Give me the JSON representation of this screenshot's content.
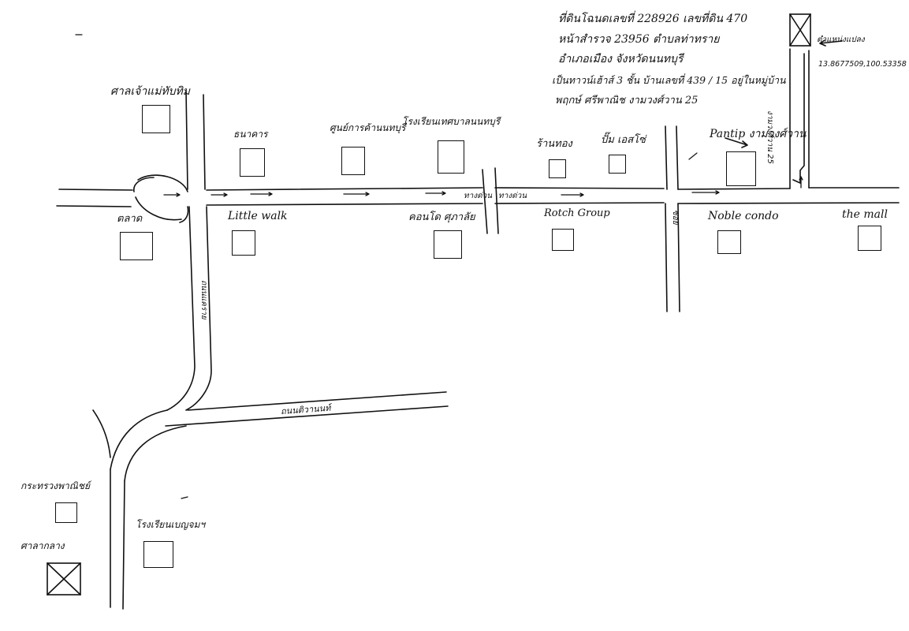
{
  "note": {
    "line1": "ที่ดินโฉนดเลขที่ 228926 เลขที่ดิน 470",
    "line2": "หน้าสำรวจ 23956 ตำบลท่าทราย",
    "line3": "อำเภอเมือง จังหวัดนนทบุรี",
    "line4": "เป็นทาวน์เฮ้าส์ 3 ชั้น บ้านเลขที่ 439 / 15 อยู่ในหมู่บ้าน",
    "line5": "พฤกษ์ ศรีพาณิช งามวงศ์วาน 25"
  },
  "target": {
    "label": "ตำแหน่งแปลง",
    "coords": "13.8677509,100.53358"
  },
  "roads": {
    "soi_vertical": "งามวงศ์วาน 25",
    "canal_left": "ทางด่วน",
    "canal_right": "ทางด่วน",
    "right_soi": "ซอย",
    "left_road": "ถนนแคราย",
    "bottom_road": "ถนนติวานนท์",
    "left_vertical_road": "ถนนแคราย"
  },
  "landmarks": {
    "top_left": "ศาลเจ้าแม่ทับทิม",
    "bank": "ธนาคาร",
    "hospital": "ศูนย์การค้านนทบุรี",
    "school": "โรงเรียนเทศบาลนนทบุรี",
    "shop1": "ร้านทอง",
    "shop2": "ปั๊ม เอสโซ่",
    "pantip": "Pantip งามวงศ์วาน",
    "market": "ตลาด",
    "little_walk": "Little walk",
    "condo_left": "คอนโด ศุภาลัย",
    "rotch": "Rotch Group",
    "noble": "Noble condo",
    "mall": "the mall",
    "ministry": "กระทรวงพาณิชย์",
    "court": "ศาลากลาง",
    "temple": "โรงเรียนเบญจมฯ"
  }
}
